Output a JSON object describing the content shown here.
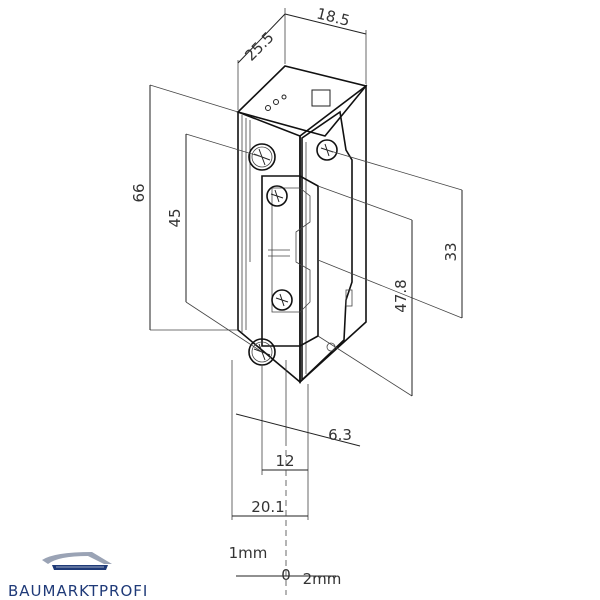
{
  "dimensions": {
    "top_width": "25.5",
    "top_depth": "18.5",
    "height_total": "66",
    "height_inner": "45",
    "height_right_upper": "33",
    "height_right_lower": "47.8",
    "bottom_6_3": "6.3",
    "bottom_12": "12",
    "bottom_20_1": "20.1",
    "scale_left": "1mm",
    "scale_zero": "0",
    "scale_right": "2mm"
  },
  "logo": {
    "text": "BAUMARKTPROFI"
  },
  "colors": {
    "logo_blue": "#1f3a78",
    "logo_grey": "#9aa3b5",
    "ink": "#222222"
  }
}
